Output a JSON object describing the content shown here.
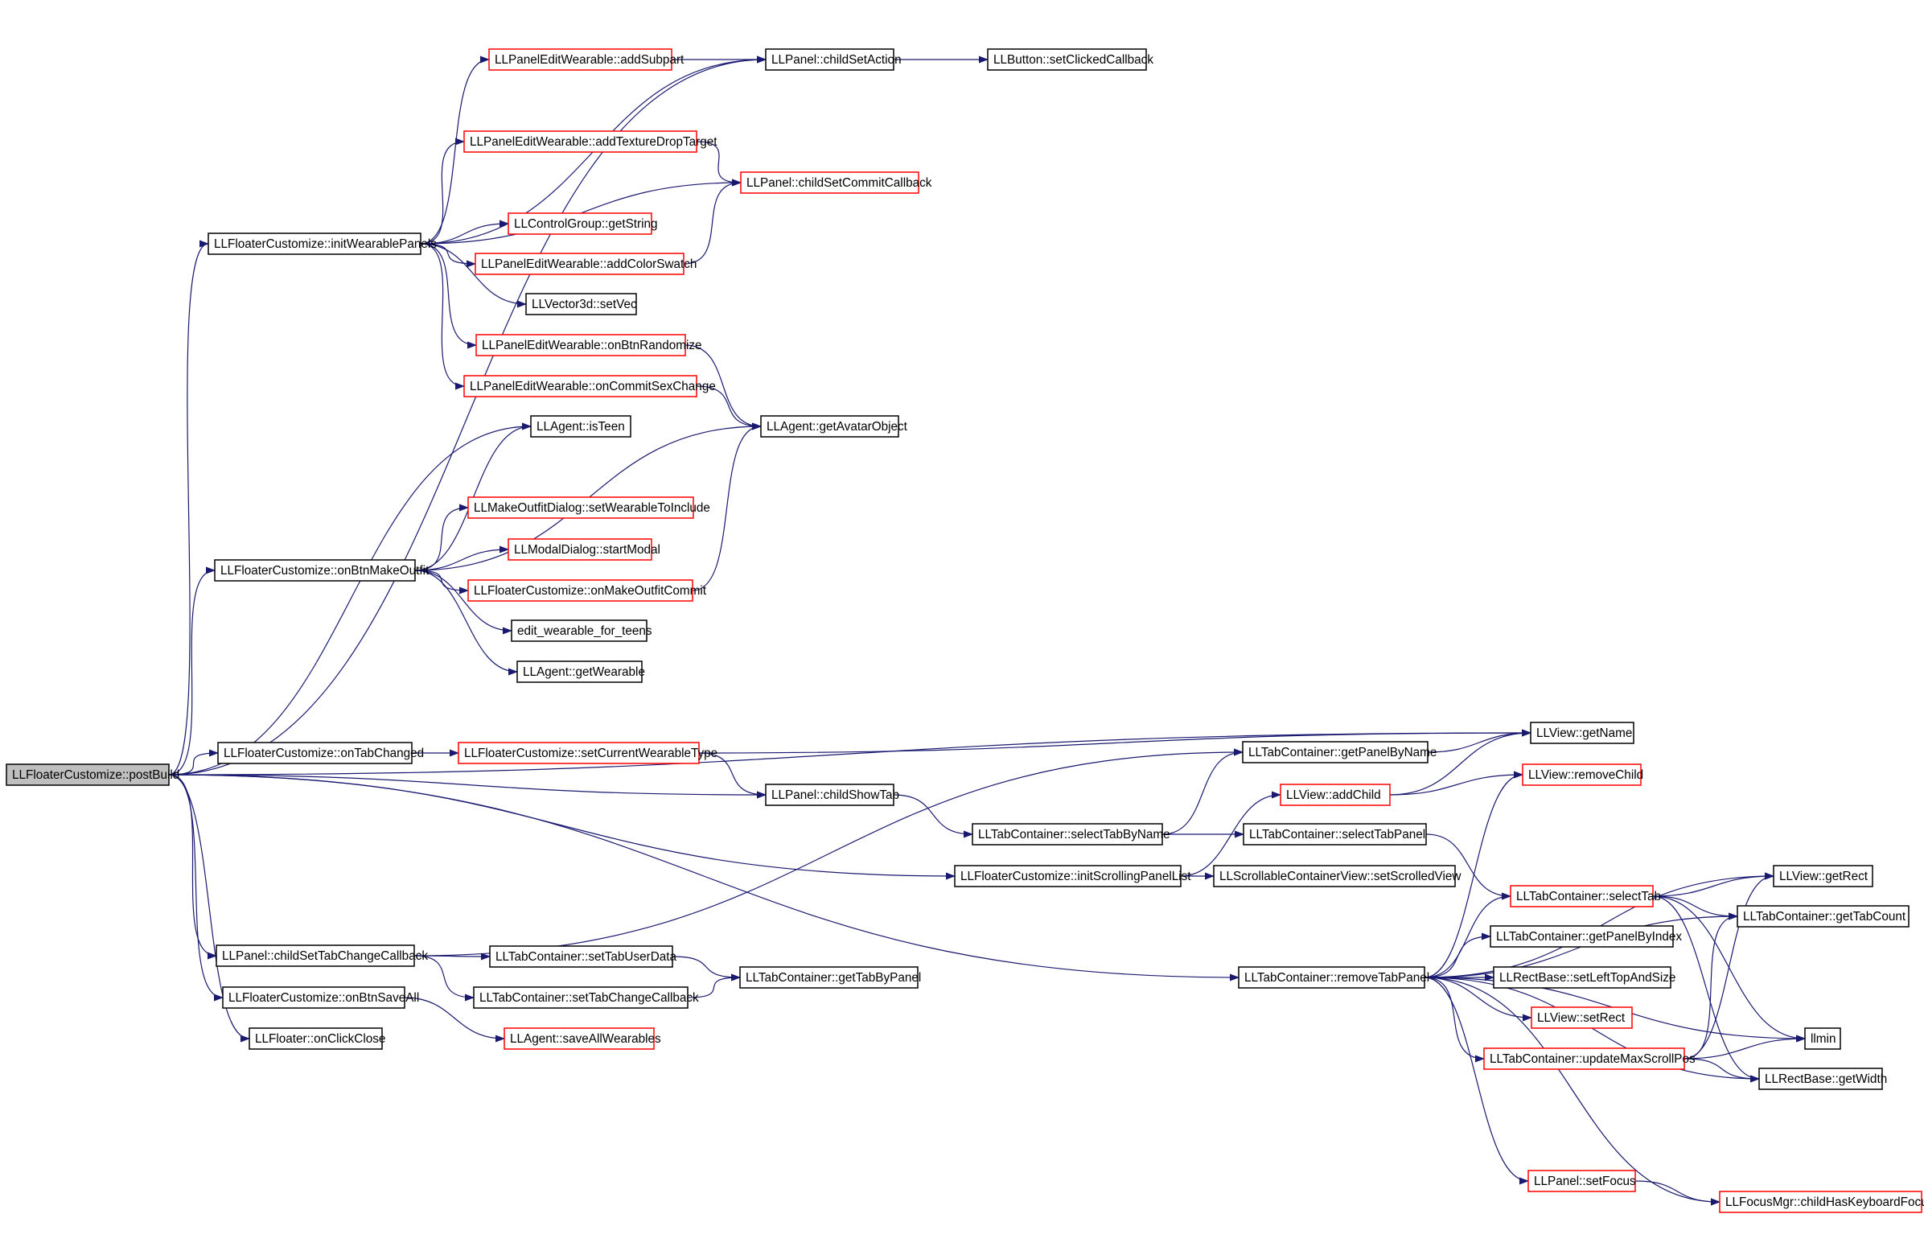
{
  "nodes": [
    {
      "id": "postBuild",
      "label": "LLFloaterCustomize::postBuild",
      "style": "root"
    },
    {
      "id": "initWearablePanels",
      "label": "LLFloaterCustomize::initWearablePanels",
      "style": "normal"
    },
    {
      "id": "onBtnMakeOutfit",
      "label": "LLFloaterCustomize::onBtnMakeOutfit",
      "style": "normal"
    },
    {
      "id": "onTabChanged",
      "label": "LLFloaterCustomize::onTabChanged",
      "style": "normal"
    },
    {
      "id": "childSetTabChangeCallback",
      "label": "LLPanel::childSetTabChangeCallback",
      "style": "normal"
    },
    {
      "id": "onBtnSaveAll",
      "label": "LLFloaterCustomize::onBtnSaveAll",
      "style": "normal"
    },
    {
      "id": "onClickClose",
      "label": "LLFloater::onClickClose",
      "style": "normal"
    },
    {
      "id": "addSubpart",
      "label": "LLPanelEditWearable::addSubpart",
      "style": "truncated"
    },
    {
      "id": "addTextureDropTarget",
      "label": "LLPanelEditWearable::addTextureDropTarget",
      "style": "truncated"
    },
    {
      "id": "getString",
      "label": "LLControlGroup::getString",
      "style": "truncated"
    },
    {
      "id": "addColorSwatch",
      "label": "LLPanelEditWearable::addColorSwatch",
      "style": "truncated"
    },
    {
      "id": "setVec",
      "label": "LLVector3d::setVec",
      "style": "normal"
    },
    {
      "id": "onBtnRandomize",
      "label": "LLPanelEditWearable::onBtnRandomize",
      "style": "truncated"
    },
    {
      "id": "onCommitSexChange",
      "label": "LLPanelEditWearable::onCommitSexChange",
      "style": "truncated"
    },
    {
      "id": "isTeen",
      "label": "LLAgent::isTeen",
      "style": "normal"
    },
    {
      "id": "setWearableToInclude",
      "label": "LLMakeOutfitDialog::setWearableToInclude",
      "style": "truncated"
    },
    {
      "id": "startModal",
      "label": "LLModalDialog::startModal",
      "style": "truncated"
    },
    {
      "id": "onMakeOutfitCommit",
      "label": "LLFloaterCustomize::onMakeOutfitCommit",
      "style": "truncated"
    },
    {
      "id": "edit_wearable_for_teens",
      "label": "edit_wearable_for_teens",
      "style": "normal"
    },
    {
      "id": "getWearable",
      "label": "LLAgent::getWearable",
      "style": "normal"
    },
    {
      "id": "setCurrentWearableType",
      "label": "LLFloaterCustomize::setCurrentWearableType",
      "style": "truncated"
    },
    {
      "id": "setTabUserData",
      "label": "LLTabContainer::setTabUserData",
      "style": "normal"
    },
    {
      "id": "setTabChangeCallback",
      "label": "LLTabContainer::setTabChangeCallback",
      "style": "normal"
    },
    {
      "id": "saveAllWearables",
      "label": "LLAgent::saveAllWearables",
      "style": "truncated"
    },
    {
      "id": "childSetAction",
      "label": "LLPanel::childSetAction",
      "style": "normal"
    },
    {
      "id": "childSetCommitCallback",
      "label": "LLPanel::childSetCommitCallback",
      "style": "truncated"
    },
    {
      "id": "getAvatarObject",
      "label": "LLAgent::getAvatarObject",
      "style": "normal"
    },
    {
      "id": "childShowTab",
      "label": "LLPanel::childShowTab",
      "style": "normal"
    },
    {
      "id": "getTabByPanel",
      "label": "LLTabContainer::getTabByPanel",
      "style": "normal"
    },
    {
      "id": "setClickedCallback",
      "label": "LLButton::setClickedCallback",
      "style": "normal"
    },
    {
      "id": "selectTabByName",
      "label": "LLTabContainer::selectTabByName",
      "style": "normal"
    },
    {
      "id": "initScrollingPanelList",
      "label": "LLFloaterCustomize::initScrollingPanelList",
      "style": "normal"
    },
    {
      "id": "getPanelByName",
      "label": "LLTabContainer::getPanelByName",
      "style": "normal"
    },
    {
      "id": "addChild",
      "label": "LLView::addChild",
      "style": "truncated"
    },
    {
      "id": "selectTabPanel",
      "label": "LLTabContainer::selectTabPanel",
      "style": "normal"
    },
    {
      "id": "setScrolledView",
      "label": "LLScrollableContainerView::setScrolledView",
      "style": "normal"
    },
    {
      "id": "removeTabPanel",
      "label": "LLTabContainer::removeTabPanel",
      "style": "normal"
    },
    {
      "id": "getName",
      "label": "LLView::getName",
      "style": "normal"
    },
    {
      "id": "removeChild",
      "label": "LLView::removeChild",
      "style": "truncated"
    },
    {
      "id": "selectTab",
      "label": "LLTabContainer::selectTab",
      "style": "truncated"
    },
    {
      "id": "getPanelByIndex",
      "label": "LLTabContainer::getPanelByIndex",
      "style": "normal"
    },
    {
      "id": "setLeftTopAndSize",
      "label": "LLRectBase::setLeftTopAndSize",
      "style": "normal"
    },
    {
      "id": "setRect",
      "label": "LLView::setRect",
      "style": "truncated"
    },
    {
      "id": "updateMaxScrollPos",
      "label": "LLTabContainer::updateMaxScrollPos",
      "style": "truncated"
    },
    {
      "id": "setFocus",
      "label": "LLPanel::setFocus",
      "style": "truncated"
    },
    {
      "id": "getRect",
      "label": "LLView::getRect",
      "style": "normal"
    },
    {
      "id": "getTabCount",
      "label": "LLTabContainer::getTabCount",
      "style": "normal"
    },
    {
      "id": "llmin",
      "label": "llmin",
      "style": "normal"
    },
    {
      "id": "getWidth",
      "label": "LLRectBase::getWidth",
      "style": "normal"
    },
    {
      "id": "childHasKeyboardFocus",
      "label": "LLFocusMgr::childHasKeyboardFocus",
      "style": "truncated"
    }
  ],
  "edges": [
    [
      "postBuild",
      "initWearablePanels"
    ],
    [
      "postBuild",
      "onBtnMakeOutfit"
    ],
    [
      "postBuild",
      "onTabChanged"
    ],
    [
      "postBuild",
      "childSetTabChangeCallback"
    ],
    [
      "postBuild",
      "onBtnSaveAll"
    ],
    [
      "postBuild",
      "onClickClose"
    ],
    [
      "postBuild",
      "childSetAction"
    ],
    [
      "postBuild",
      "isTeen"
    ],
    [
      "postBuild",
      "getName"
    ],
    [
      "postBuild",
      "childShowTab"
    ],
    [
      "postBuild",
      "initScrollingPanelList"
    ],
    [
      "postBuild",
      "removeTabPanel"
    ],
    [
      "initWearablePanels",
      "addSubpart"
    ],
    [
      "initWearablePanels",
      "childSetAction"
    ],
    [
      "initWearablePanels",
      "addTextureDropTarget"
    ],
    [
      "initWearablePanels",
      "childSetCommitCallback"
    ],
    [
      "initWearablePanels",
      "getString"
    ],
    [
      "initWearablePanels",
      "addColorSwatch"
    ],
    [
      "initWearablePanels",
      "setVec"
    ],
    [
      "initWearablePanels",
      "onBtnRandomize"
    ],
    [
      "initWearablePanels",
      "onCommitSexChange"
    ],
    [
      "addSubpart",
      "childSetAction"
    ],
    [
      "childSetAction",
      "setClickedCallback"
    ],
    [
      "addTextureDropTarget",
      "childSetCommitCallback"
    ],
    [
      "addColorSwatch",
      "childSetCommitCallback"
    ],
    [
      "onBtnRandomize",
      "getAvatarObject"
    ],
    [
      "onCommitSexChange",
      "getAvatarObject"
    ],
    [
      "onBtnMakeOutfit",
      "isTeen"
    ],
    [
      "onBtnMakeOutfit",
      "getAvatarObject"
    ],
    [
      "onBtnMakeOutfit",
      "setWearableToInclude"
    ],
    [
      "onBtnMakeOutfit",
      "startModal"
    ],
    [
      "onBtnMakeOutfit",
      "onMakeOutfitCommit"
    ],
    [
      "onBtnMakeOutfit",
      "edit_wearable_for_teens"
    ],
    [
      "onBtnMakeOutfit",
      "getWearable"
    ],
    [
      "onMakeOutfitCommit",
      "getAvatarObject"
    ],
    [
      "onTabChanged",
      "setCurrentWearableType"
    ],
    [
      "setCurrentWearableType",
      "getName"
    ],
    [
      "setCurrentWearableType",
      "childShowTab"
    ],
    [
      "childShowTab",
      "selectTabByName"
    ],
    [
      "selectTabByName",
      "getPanelByName"
    ],
    [
      "selectTabByName",
      "selectTabPanel"
    ],
    [
      "getPanelByName",
      "getName"
    ],
    [
      "initScrollingPanelList",
      "addChild"
    ],
    [
      "initScrollingPanelList",
      "setScrolledView"
    ],
    [
      "addChild",
      "getName"
    ],
    [
      "addChild",
      "removeChild"
    ],
    [
      "selectTabPanel",
      "selectTab"
    ],
    [
      "childSetTabChangeCallback",
      "getPanelByName"
    ],
    [
      "childSetTabChangeCallback",
      "setTabUserData"
    ],
    [
      "childSetTabChangeCallback",
      "setTabChangeCallback"
    ],
    [
      "setTabUserData",
      "getTabByPanel"
    ],
    [
      "setTabChangeCallback",
      "getTabByPanel"
    ],
    [
      "onBtnSaveAll",
      "saveAllWearables"
    ],
    [
      "removeTabPanel",
      "removeChild"
    ],
    [
      "removeTabPanel",
      "selectTab"
    ],
    [
      "removeTabPanel",
      "getPanelByIndex"
    ],
    [
      "removeTabPanel",
      "setLeftTopAndSize"
    ],
    [
      "removeTabPanel",
      "setRect"
    ],
    [
      "removeTabPanel",
      "updateMaxScrollPos"
    ],
    [
      "removeTabPanel",
      "setFocus"
    ],
    [
      "removeTabPanel",
      "getRect"
    ],
    [
      "removeTabPanel",
      "getTabCount"
    ],
    [
      "removeTabPanel",
      "getWidth"
    ],
    [
      "removeTabPanel",
      "llmin"
    ],
    [
      "removeTabPanel",
      "childHasKeyboardFocus"
    ],
    [
      "selectTab",
      "getRect"
    ],
    [
      "selectTab",
      "getTabCount"
    ],
    [
      "selectTab",
      "llmin"
    ],
    [
      "selectTab",
      "getWidth"
    ],
    [
      "updateMaxScrollPos",
      "getRect"
    ],
    [
      "updateMaxScrollPos",
      "getTabCount"
    ],
    [
      "updateMaxScrollPos",
      "llmin"
    ],
    [
      "updateMaxScrollPos",
      "getWidth"
    ],
    [
      "setFocus",
      "childHasKeyboardFocus"
    ]
  ]
}
